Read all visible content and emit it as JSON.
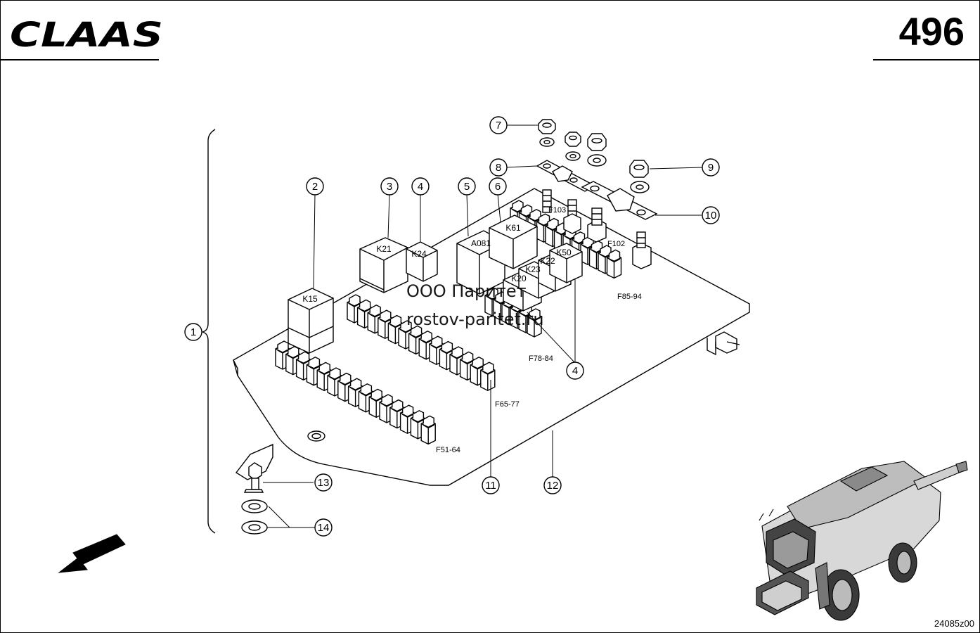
{
  "header": {
    "logo_text": "CLAAS",
    "page_number": "496"
  },
  "watermark": {
    "line1": "ООО Паритет",
    "line2": "rostov-paritet.ru"
  },
  "drawing_code": "24085z00",
  "callouts": [
    {
      "id": "1",
      "label": "1"
    },
    {
      "id": "2",
      "label": "2"
    },
    {
      "id": "3",
      "label": "3"
    },
    {
      "id": "4a",
      "label": "4"
    },
    {
      "id": "5",
      "label": "5"
    },
    {
      "id": "6",
      "label": "6"
    },
    {
      "id": "7",
      "label": "7"
    },
    {
      "id": "8",
      "label": "8"
    },
    {
      "id": "9",
      "label": "9"
    },
    {
      "id": "10",
      "label": "10"
    },
    {
      "id": "4b",
      "label": "4"
    },
    {
      "id": "11",
      "label": "11"
    },
    {
      "id": "12",
      "label": "12"
    },
    {
      "id": "13",
      "label": "13"
    },
    {
      "id": "14",
      "label": "14"
    }
  ],
  "relays": [
    {
      "id": "k15",
      "label": "K15"
    },
    {
      "id": "k21",
      "label": "K21"
    },
    {
      "id": "k24",
      "label": "K24"
    },
    {
      "id": "a081",
      "label": "A081"
    },
    {
      "id": "k61",
      "label": "K61"
    },
    {
      "id": "k50",
      "label": "K50"
    },
    {
      "id": "k22",
      "label": "K22"
    },
    {
      "id": "k23",
      "label": "K23"
    },
    {
      "id": "k20",
      "label": "K20"
    }
  ],
  "fuse_labels": [
    {
      "id": "f103",
      "label": "F103"
    },
    {
      "id": "f102",
      "label": "F102"
    },
    {
      "id": "f85",
      "label": "F85-94"
    },
    {
      "id": "f78",
      "label": "F78-84"
    },
    {
      "id": "f65",
      "label": "F65-77"
    },
    {
      "id": "f51",
      "label": "F51-64"
    }
  ]
}
